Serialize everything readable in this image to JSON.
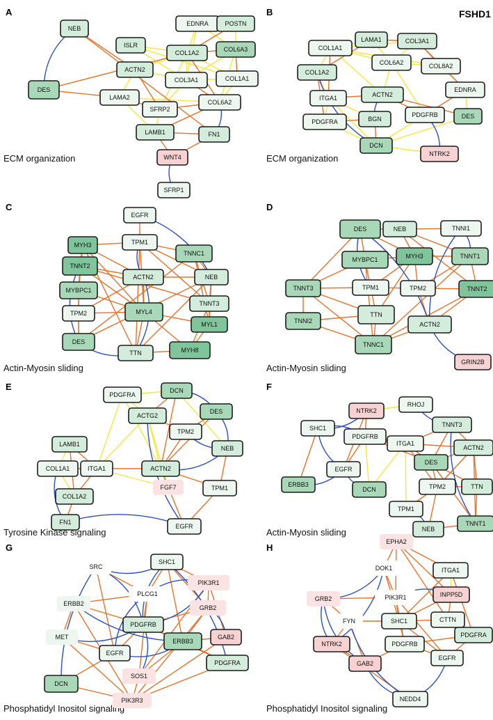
{
  "header": {
    "dataset": "FSHD1"
  },
  "colors": {
    "edge_yellow": "#f5e642",
    "edge_orange": "#e8722a",
    "edge_blue": "#2b4fcc",
    "node_green_dark": "#7fc49b",
    "node_green_mid": "#a9d8b8",
    "node_green_light": "#d3ecdb",
    "node_green_pale": "#edf7ef",
    "node_pink_light": "#fbe3e3",
    "node_pink": "#f7d2d2"
  },
  "panels": [
    {
      "id": "A",
      "letter": "A",
      "title": "ECM organization",
      "nodes": [
        {
          "label": "NEB",
          "fill": "light"
        },
        {
          "label": "DES",
          "fill": "mid"
        },
        {
          "label": "ISLR",
          "fill": "light"
        },
        {
          "label": "EDNRA",
          "fill": "pale"
        },
        {
          "label": "POSTN",
          "fill": "light"
        },
        {
          "label": "COL1A2",
          "fill": "light"
        },
        {
          "label": "COL6A3",
          "fill": "mid"
        },
        {
          "label": "ACTN2",
          "fill": "light"
        },
        {
          "label": "COL3A1",
          "fill": "pale"
        },
        {
          "label": "COL1A1",
          "fill": "pale"
        },
        {
          "label": "LAMA2",
          "fill": "pale"
        },
        {
          "label": "SFRP2",
          "fill": "pale"
        },
        {
          "label": "COL6A2",
          "fill": "pale"
        },
        {
          "label": "LAMB1",
          "fill": "light"
        },
        {
          "label": "FN1",
          "fill": "light"
        },
        {
          "label": "WNT4",
          "fill": "pink"
        },
        {
          "label": "SFRP1",
          "fill": "pale"
        }
      ]
    },
    {
      "id": "B",
      "letter": "B",
      "title": "ECM organization",
      "nodes": [
        {
          "label": "LAMA1",
          "fill": "light"
        },
        {
          "label": "COL1A1",
          "fill": "pale"
        },
        {
          "label": "COL3A1",
          "fill": "light"
        },
        {
          "label": "COL6A2",
          "fill": "pale"
        },
        {
          "label": "COL8A2",
          "fill": "pale"
        },
        {
          "label": "COL1A2",
          "fill": "light"
        },
        {
          "label": "ITGA1",
          "fill": "pale"
        },
        {
          "label": "ACTN2",
          "fill": "light"
        },
        {
          "label": "EDNRA",
          "fill": "pale"
        },
        {
          "label": "PDGFRA",
          "fill": "pale"
        },
        {
          "label": "BGN",
          "fill": "light"
        },
        {
          "label": "PDGFRB",
          "fill": "pale"
        },
        {
          "label": "DES",
          "fill": "mid"
        },
        {
          "label": "DCN",
          "fill": "mid"
        },
        {
          "label": "NTRK2",
          "fill": "pink"
        }
      ]
    },
    {
      "id": "C",
      "letter": "C",
      "title": "Actin-Myosin sliding",
      "nodes": [
        {
          "label": "EGFR",
          "fill": "pale"
        },
        {
          "label": "MYH3",
          "fill": "dark"
        },
        {
          "label": "TPM1",
          "fill": "pale"
        },
        {
          "label": "TNNC1",
          "fill": "mid"
        },
        {
          "label": "TNNT2",
          "fill": "dark"
        },
        {
          "label": "ACTN2",
          "fill": "light"
        },
        {
          "label": "NEB",
          "fill": "light"
        },
        {
          "label": "MYBPC1",
          "fill": "mid"
        },
        {
          "label": "TNNT3",
          "fill": "light"
        },
        {
          "label": "TPM2",
          "fill": "pale"
        },
        {
          "label": "MYL4",
          "fill": "mid"
        },
        {
          "label": "MYL1",
          "fill": "dark"
        },
        {
          "label": "DES",
          "fill": "mid"
        },
        {
          "label": "TTN",
          "fill": "light"
        },
        {
          "label": "MYH8",
          "fill": "dark"
        }
      ]
    },
    {
      "id": "D",
      "letter": "D",
      "title": "Actin-Myosin sliding",
      "nodes": [
        {
          "label": "DES",
          "fill": "mid"
        },
        {
          "label": "NEB",
          "fill": "light"
        },
        {
          "label": "TNNI1",
          "fill": "pale"
        },
        {
          "label": "MYBPC1",
          "fill": "mid"
        },
        {
          "label": "MYH3",
          "fill": "dark"
        },
        {
          "label": "TNNT1",
          "fill": "mid"
        },
        {
          "label": "TNNT3",
          "fill": "mid"
        },
        {
          "label": "TPM1",
          "fill": "pale"
        },
        {
          "label": "TPM2",
          "fill": "pale"
        },
        {
          "label": "TNNT2",
          "fill": "dark"
        },
        {
          "label": "TTN",
          "fill": "light"
        },
        {
          "label": "TNNI2",
          "fill": "mid"
        },
        {
          "label": "ACTN2",
          "fill": "light"
        },
        {
          "label": "TNNC1",
          "fill": "mid"
        },
        {
          "label": "GRIN2B",
          "fill": "pink"
        }
      ]
    },
    {
      "id": "E",
      "letter": "E",
      "title": "Tyrosine Kinase signaling",
      "nodes": [
        {
          "label": "PDGFRA",
          "fill": "pale"
        },
        {
          "label": "DCN",
          "fill": "mid"
        },
        {
          "label": "ACTG2",
          "fill": "light"
        },
        {
          "label": "DES",
          "fill": "mid"
        },
        {
          "label": "TPM2",
          "fill": "pale"
        },
        {
          "label": "LAMB1",
          "fill": "light"
        },
        {
          "label": "NEB",
          "fill": "light"
        },
        {
          "label": "COL1A1",
          "fill": "pale"
        },
        {
          "label": "ITGA1",
          "fill": "pale"
        },
        {
          "label": "ACTN2",
          "fill": "light"
        },
        {
          "label": "TPM1",
          "fill": "pale"
        },
        {
          "label": "COL1A2",
          "fill": "light"
        },
        {
          "label": "FGF7",
          "fill": "pink_light"
        },
        {
          "label": "FN1",
          "fill": "light"
        },
        {
          "label": "EGFR",
          "fill": "pale"
        }
      ]
    },
    {
      "id": "F",
      "letter": "F",
      "title": "Actin-Myosin sliding",
      "nodes": [
        {
          "label": "NTRK2",
          "fill": "pink"
        },
        {
          "label": "RHOJ",
          "fill": "pale"
        },
        {
          "label": "SHC1",
          "fill": "pale"
        },
        {
          "label": "PDGFRB",
          "fill": "pale"
        },
        {
          "label": "TNNT3",
          "fill": "light"
        },
        {
          "label": "ITGA1",
          "fill": "pale"
        },
        {
          "label": "ACTN2",
          "fill": "light"
        },
        {
          "label": "EGFR",
          "fill": "pale"
        },
        {
          "label": "DES",
          "fill": "mid"
        },
        {
          "label": "ERBB3",
          "fill": "mid"
        },
        {
          "label": "DCN",
          "fill": "mid"
        },
        {
          "label": "TPM2",
          "fill": "pale"
        },
        {
          "label": "TTN",
          "fill": "light"
        },
        {
          "label": "TPM1",
          "fill": "pale"
        },
        {
          "label": "NEB",
          "fill": "light"
        },
        {
          "label": "TNNT1",
          "fill": "mid"
        }
      ]
    },
    {
      "id": "G",
      "letter": "G",
      "title": "Phosphatidyl Inositol signaling",
      "nodes": [
        {
          "label": "SRC",
          "fill": "none"
        },
        {
          "label": "SHC1",
          "fill": "pale"
        },
        {
          "label": "PLCG1",
          "fill": "none"
        },
        {
          "label": "PIK3R1",
          "fill": "pink_light"
        },
        {
          "label": "ERBB2",
          "fill": "pale_nob"
        },
        {
          "label": "GRB2",
          "fill": "pink_light"
        },
        {
          "label": "MET",
          "fill": "pale_nob"
        },
        {
          "label": "PDGFRB",
          "fill": "light"
        },
        {
          "label": "GAB2",
          "fill": "pink"
        },
        {
          "label": "EGFR",
          "fill": "pale"
        },
        {
          "label": "ERBB3",
          "fill": "mid"
        },
        {
          "label": "PDGFRA",
          "fill": "light"
        },
        {
          "label": "SOS1",
          "fill": "pink_light"
        },
        {
          "label": "DCN",
          "fill": "mid"
        },
        {
          "label": "PIK3R3",
          "fill": "pink_light"
        }
      ]
    },
    {
      "id": "H",
      "letter": "H",
      "title": "Phosphatidyl Inositol signaling",
      "nodes": [
        {
          "label": "DOK1",
          "fill": "none"
        },
        {
          "label": "EPHA2",
          "fill": "pink_light"
        },
        {
          "label": "ITGA1",
          "fill": "pale"
        },
        {
          "label": "GRB2",
          "fill": "pink_light"
        },
        {
          "label": "PIK3R1",
          "fill": "none"
        },
        {
          "label": "INPP5D",
          "fill": "pink"
        },
        {
          "label": "CTTN",
          "fill": "pale"
        },
        {
          "label": "FYN",
          "fill": "none"
        },
        {
          "label": "SHC1",
          "fill": "pale"
        },
        {
          "label": "NTRK2",
          "fill": "pink"
        },
        {
          "label": "PDGFRB",
          "fill": "pale"
        },
        {
          "label": "PDGFRA",
          "fill": "light"
        },
        {
          "label": "GAB2",
          "fill": "pink"
        },
        {
          "label": "EGFR",
          "fill": "pale"
        },
        {
          "label": "NEDD4",
          "fill": "pale"
        }
      ]
    }
  ]
}
